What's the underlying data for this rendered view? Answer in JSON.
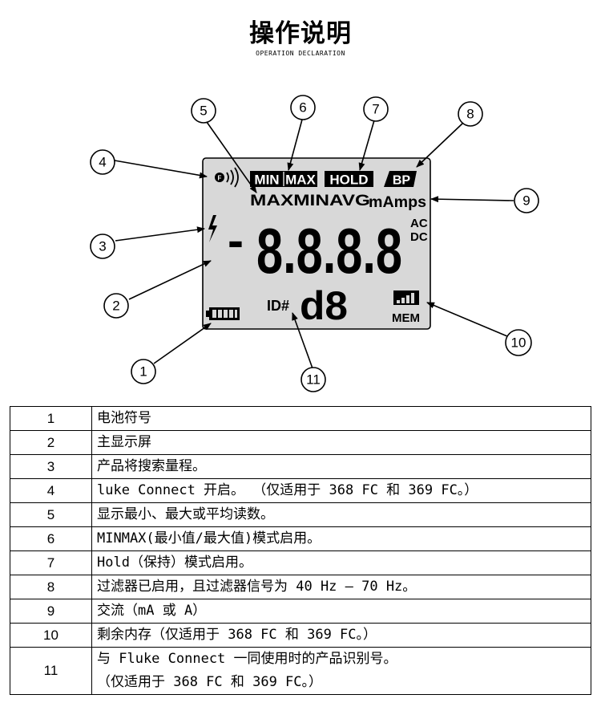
{
  "header": {
    "title": "操作说明",
    "subtitle": "OPERATION DECLARATION"
  },
  "lcd": {
    "minmax_left": "MIN",
    "minmax_right": "MAX",
    "hold": "HOLD",
    "bp": "BP",
    "maxminavg": "MAXMINAVG",
    "mamps": "mAmps",
    "ac": "AC",
    "dc": "DC",
    "minus": "-",
    "digits": "8.8.8.8",
    "id_label": "ID#",
    "id_value": "d8",
    "mem": "MEM",
    "icon_bolt": "lightning-bolt-icon",
    "icon_battery": "battery-icon",
    "icon_wireless": "wireless-connect-icon",
    "icon_signal": "signal-bars-icon"
  },
  "callouts": [
    "1",
    "2",
    "3",
    "4",
    "5",
    "6",
    "7",
    "8",
    "9",
    "10",
    "11"
  ],
  "table": {
    "rows": [
      {
        "num": "1",
        "lines": [
          "电池符号"
        ]
      },
      {
        "num": "2",
        "lines": [
          "主显示屏"
        ]
      },
      {
        "num": "3",
        "lines": [
          "产品将搜索量程。"
        ]
      },
      {
        "num": "4",
        "lines": [
          "luke Connect 开启。 （仅适用于 368 FC 和 369 FC。）"
        ]
      },
      {
        "num": "5",
        "lines": [
          "显示最小、最大或平均读数。"
        ]
      },
      {
        "num": "6",
        "lines": [
          "MINMAX(最小值/最大值)模式启用。"
        ]
      },
      {
        "num": "7",
        "lines": [
          "Hold（保持）模式启用。"
        ]
      },
      {
        "num": "8",
        "lines": [
          "过滤器已启用，且过滤器信号为 40 Hz – 70 Hz。"
        ]
      },
      {
        "num": "9",
        "lines": [
          "交流（mA 或 A）"
        ]
      },
      {
        "num": "10",
        "lines": [
          "剩余内存（仅适用于 368 FC 和 369 FC。）"
        ]
      },
      {
        "num": "11",
        "lines": [
          "与 Fluke Connect 一同使用时的产品识别号。",
          "（仅适用于 368 FC 和 369 FC。）"
        ]
      }
    ]
  }
}
